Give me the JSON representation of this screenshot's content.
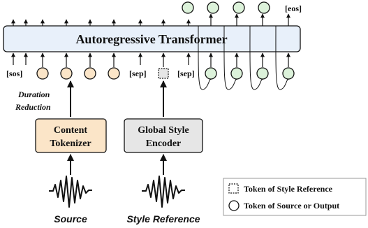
{
  "transformer": {
    "label": "Autoregressive Transformer"
  },
  "input_tokens": {
    "sos": "[sos]",
    "sep1": "[sep]",
    "sep2": "[sep]"
  },
  "output_tokens": {
    "eos": "[eos]"
  },
  "duration_reduction": {
    "line1": "Duration",
    "line2": "Reduction"
  },
  "content_tokenizer": {
    "line1": "Content",
    "line2": "Tokenizer"
  },
  "style_encoder": {
    "line1": "Global Style",
    "line2": "Encoder"
  },
  "inputs": {
    "source": "Source",
    "style_reference": "Style Reference"
  },
  "legend": {
    "style_token": "Token of Style Reference",
    "source_output_token": "Token of Source or Output"
  },
  "colors": {
    "transformer_fill": "#e8f0fa",
    "content_token_fill": "#fbe5c8",
    "output_token_fill": "#dcf2da",
    "encoder_fill": "#e6e6e6",
    "stroke": "#111111"
  }
}
